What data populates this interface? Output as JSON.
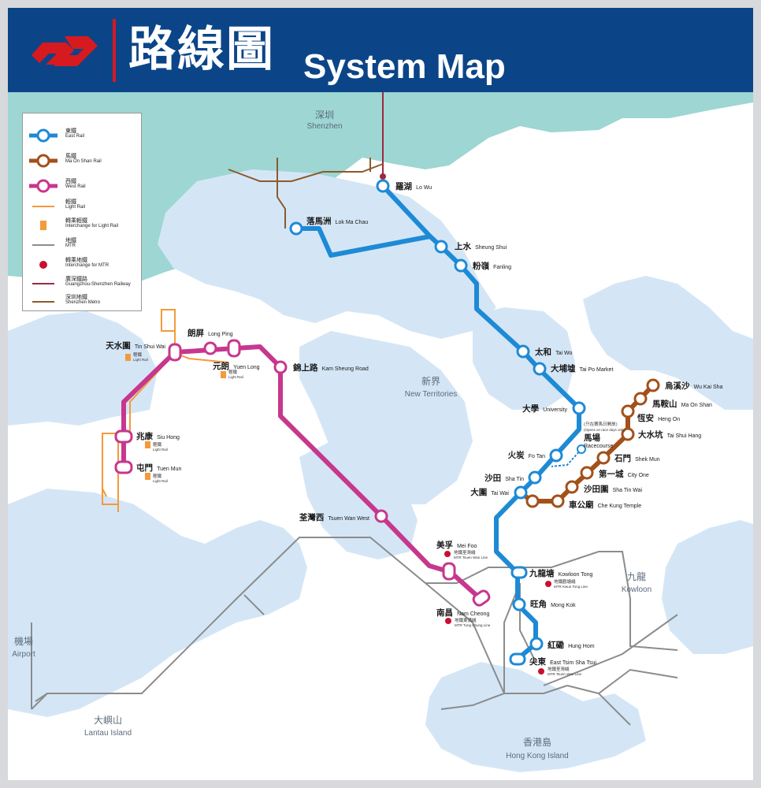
{
  "header": {
    "title_zh": "路線圖",
    "title_en": "System Map"
  },
  "colors": {
    "east_rail": "#1e8ad6",
    "ma_on_shan_rail": "#a3501a",
    "west_rail": "#c7378d",
    "light_rail": "#f39a3b",
    "mtr": "#8c8c8c",
    "guangzhou_shenzhen": "#9c2a44",
    "shenzhen_metro": "#8b5a2b",
    "water": "#d4e6f6",
    "shenzhen_land": "#9dd6d2",
    "header_bg": "#0b4588"
  },
  "legend": [
    {
      "icon": "east-rail-icon",
      "zh": "東鐵",
      "en": "East Rail"
    },
    {
      "icon": "ma-on-shan-rail-icon",
      "zh": "馬鐵",
      "en": "Ma On Shan Rail"
    },
    {
      "icon": "west-rail-icon",
      "zh": "西鐵",
      "en": "West Rail"
    },
    {
      "icon": "light-rail-icon",
      "zh": "輕鐵",
      "en": "Light Rail"
    },
    {
      "icon": "light-rail-interchange-icon",
      "zh": "轉乘輕鐵",
      "en": "Interchange for Light Rail"
    },
    {
      "icon": "mtr-line-icon",
      "zh": "地鐵",
      "en": "MTR"
    },
    {
      "icon": "mtr-interchange-icon",
      "zh": "轉乘地鐵",
      "en": "Interchange for MTR"
    },
    {
      "icon": "guangzhou-shenzhen-railway-icon",
      "zh": "廣深鐵路",
      "en": "Guangzhou-Shenzhen Railway"
    },
    {
      "icon": "shenzhen-metro-icon",
      "zh": "深圳地鐵",
      "en": "Shenzhen Metro"
    }
  ],
  "regions": {
    "shenzhen": {
      "zh": "深圳",
      "en": "Shenzhen"
    },
    "new_territories": {
      "zh": "新界",
      "en": "New Territories"
    },
    "kowloon": {
      "zh": "九龍",
      "en": "Kowloon"
    },
    "airport": {
      "zh": "機場",
      "en": "Airport"
    },
    "lantau": {
      "zh": "大嶼山",
      "en": "Lantau Island"
    },
    "hong_kong_island": {
      "zh": "香港島",
      "en": "Hong Kong Island"
    }
  },
  "stations": {
    "lo_wu": {
      "zh": "羅湖",
      "en": "Lo Wu"
    },
    "lok_ma_chau": {
      "zh": "落馬洲",
      "en": "Lok Ma Chau"
    },
    "sheung_shui": {
      "zh": "上水",
      "en": "Sheung Shui"
    },
    "fanling": {
      "zh": "粉嶺",
      "en": "Fanling"
    },
    "tai_wo": {
      "zh": "太和",
      "en": "Tai Wo"
    },
    "tai_po_market": {
      "zh": "大埔墟",
      "en": "Tai Po Market"
    },
    "university": {
      "zh": "大學",
      "en": "University"
    },
    "racecourse": {
      "zh": "馬場",
      "en": "Racecourse",
      "note": "(只在賽馬日開放)",
      "note_en": "(Opens on race days only)"
    },
    "fo_tan": {
      "zh": "火炭",
      "en": "Fo Tan"
    },
    "sha_tin": {
      "zh": "沙田",
      "en": "Sha Tin"
    },
    "tai_wai": {
      "zh": "大圍",
      "en": "Tai Wai"
    },
    "kowloon_tong": {
      "zh": "九龍塘",
      "en": "Kowloon Tong",
      "mtr_zh": "地鐵觀塘綫",
      "mtr_en": "MTR Kwun Tong Line"
    },
    "mong_kok": {
      "zh": "旺角",
      "en": "Mong Kok"
    },
    "hung_hom": {
      "zh": "紅磡",
      "en": "Hung Hom"
    },
    "east_tsim_sha_tsui": {
      "zh": "尖東",
      "en": "East Tsim Sha Tsui",
      "mtr_zh": "地鐵荃灣綫",
      "mtr_en": "MTR Tsuen Wan Line"
    },
    "wu_kai_sha": {
      "zh": "烏溪沙",
      "en": "Wu Kai Sha"
    },
    "ma_on_shan": {
      "zh": "馬鞍山",
      "en": "Ma On Shan"
    },
    "heng_on": {
      "zh": "恆安",
      "en": "Heng On"
    },
    "tai_shui_hang": {
      "zh": "大水坑",
      "en": "Tai Shui Hang"
    },
    "shek_mun": {
      "zh": "石門",
      "en": "Shek Mun"
    },
    "city_one": {
      "zh": "第一城",
      "en": "City One"
    },
    "sha_tin_wai": {
      "zh": "沙田圍",
      "en": "Sha Tin Wai"
    },
    "che_kung_temple": {
      "zh": "車公廟",
      "en": "Che Kung Temple"
    },
    "tin_shui_wai": {
      "zh": "天水圍",
      "en": "Tin Shui Wai",
      "lr_zh": "輕鐵",
      "lr_en": "Light Rail"
    },
    "long_ping": {
      "zh": "朗屏",
      "en": "Long Ping"
    },
    "yuen_long": {
      "zh": "元朗",
      "en": "Yuen Long",
      "lr_zh": "輕鐵",
      "lr_en": "Light Rail"
    },
    "kam_sheung_road": {
      "zh": "錦上路",
      "en": "Kam Sheung Road"
    },
    "siu_hong": {
      "zh": "兆康",
      "en": "Siu Hong",
      "lr_zh": "輕鐵",
      "lr_en": "Light Rail"
    },
    "tuen_mun": {
      "zh": "屯門",
      "en": "Tuen Mun",
      "lr_zh": "輕鐵",
      "lr_en": "Light Rail"
    },
    "tsuen_wan_west": {
      "zh": "荃灣西",
      "en": "Tsuen Wan West"
    },
    "mei_foo": {
      "zh": "美孚",
      "en": "Mei Foo",
      "mtr_zh": "地鐵荃灣綫",
      "mtr_en": "MTR Tsuen Wan Line"
    },
    "nam_cheong": {
      "zh": "南昌",
      "en": "Nam Cheong",
      "mtr_zh": "地鐵東涌綫",
      "mtr_en": "MTR Tung Chung Line"
    }
  }
}
